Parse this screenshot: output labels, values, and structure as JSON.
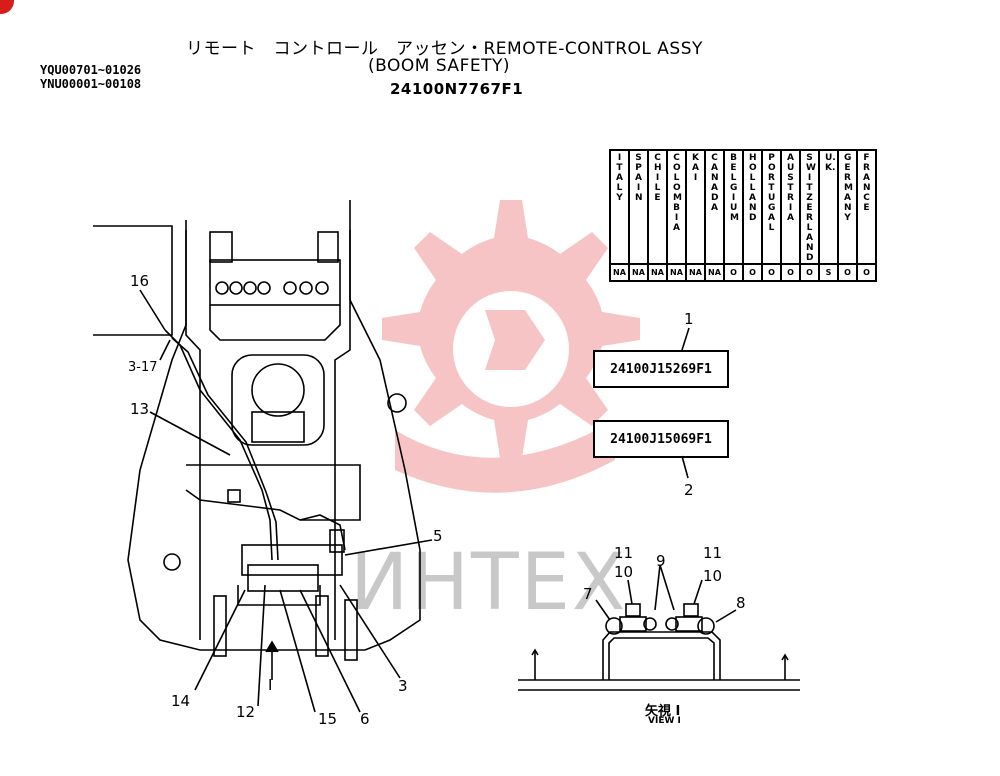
{
  "title": {
    "line1": "リモート　コントロール　アッセン・REMOTE-CONTROL ASSY",
    "line2": "(BOOM SAFETY)",
    "part_number": "24100N7767F1"
  },
  "serials": [
    "YQU00701~01026",
    "YNU00001~00108"
  ],
  "country_table": {
    "countries": [
      "ITALY",
      "SPAIN",
      "CHILE",
      "COLOMBIA",
      "KAI",
      "CANADA",
      "BELGIUM",
      "HOLLAND",
      "PORTUGAL",
      "AUSTRIA",
      "SWITZERLAND",
      "U.K.",
      "GERMANY",
      "FRANCE"
    ],
    "codes": [
      "NA",
      "NA",
      "NA",
      "NA",
      "NA",
      "NA",
      "O",
      "O",
      "O",
      "O",
      "O",
      "S",
      "O",
      "O"
    ]
  },
  "part_boxes": [
    {
      "number": "1",
      "code": "24100J15269F1"
    },
    {
      "number": "2",
      "code": "24100J15069F1"
    }
  ],
  "callouts": {
    "c16": "16",
    "c317": "3-17",
    "c13": "13",
    "c5": "5",
    "c3": "3",
    "c6": "6",
    "c15": "15",
    "c12": "12",
    "c14": "14",
    "arrow_I": "I",
    "v11a": "11",
    "v10a": "10",
    "v9": "9",
    "v11b": "11",
    "v10b": "10",
    "v7": "7",
    "v8": "8"
  },
  "view_label": {
    "jp": "矢視 I",
    "en": "VIEW I"
  },
  "watermark": "ИНТЕХ",
  "colors": {
    "watermark": "#e03030",
    "line": "#000000"
  }
}
